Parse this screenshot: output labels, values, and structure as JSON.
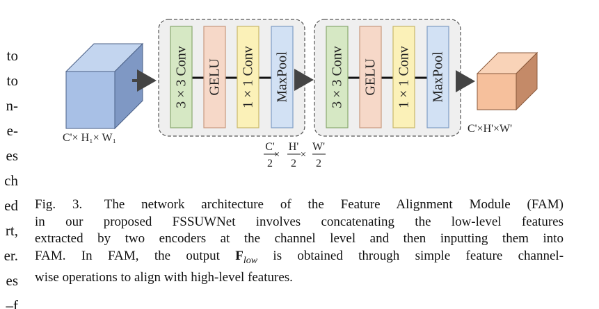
{
  "left_column_fragments": [
    "to",
    "to",
    "n-",
    "e-",
    "es",
    "ch",
    "ed",
    "rt,",
    "er.",
    "es",
    "–f"
  ],
  "diagram": {
    "input_label": "C'× H₁× W₁",
    "output_label": "C'×H'×W'",
    "middle_label": {
      "c_num": "C'",
      "c_den": "2",
      "h_num": "H'",
      "h_den": "2",
      "w_num": "W'",
      "w_den": "2",
      "times": "×"
    },
    "blocks": [
      {
        "layers": [
          {
            "label": "3 × 3 Conv",
            "fill": "#d6e8c4",
            "stroke": "#8aa870"
          },
          {
            "label": "GELU",
            "fill": "#f6d8c8",
            "stroke": "#c8997e"
          },
          {
            "label": "1 × 1 Conv",
            "fill": "#fbf1b8",
            "stroke": "#c9b86a"
          },
          {
            "label": "MaxPool",
            "fill": "#d2e1f4",
            "stroke": "#7f9cc4"
          }
        ]
      },
      {
        "layers": [
          {
            "label": "3 × 3 Conv",
            "fill": "#d6e8c4",
            "stroke": "#8aa870"
          },
          {
            "label": "GELU",
            "fill": "#f6d8c8",
            "stroke": "#c8997e"
          },
          {
            "label": "1 × 1 Conv",
            "fill": "#fbf1b8",
            "stroke": "#c9b86a"
          },
          {
            "label": "MaxPool",
            "fill": "#d2e1f4",
            "stroke": "#7f9cc4"
          }
        ]
      }
    ],
    "colors": {
      "input_cube_front": "#a8c0e6",
      "input_cube_top": "#c3d5ef",
      "input_cube_side": "#7f98c4",
      "output_cube_front": "#f6c09c",
      "output_cube_top": "#f9d3b8",
      "output_cube_side": "#c48a68",
      "module_box_fill": "#efefef",
      "arrow": "#444444"
    }
  },
  "caption": {
    "fig_label": "Fig. 3.",
    "text_1": "The network architecture of the Feature Alignment Module (FAM)",
    "text_2": "in our proposed FSSUWNet involves concatenating the low-level features",
    "text_3": "extracted by two encoders at the channel level and then inputting them into",
    "text_4a": "FAM. In FAM, the output",
    "var_main": "F",
    "var_sub": "low",
    "text_4b": "is obtained through simple feature channel-",
    "text_5": "wise operations to align with high-level features."
  }
}
